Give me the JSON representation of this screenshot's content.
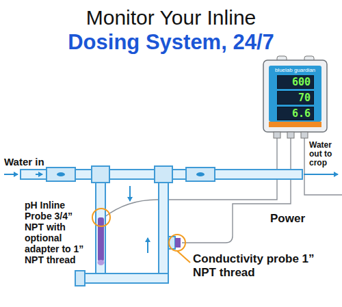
{
  "diagram": {
    "title": "Monitor Your Inline",
    "nodes": [
      {
        "text": [
          "bluelab guardian"
        ]
      },
      {
        "text": [
          "600"
        ],
        "in": 0
      },
      {
        "text": [
          "70"
        ],
        "in": 0
      },
      {
        "text": [
          "6.6"
        ],
        "in": 0
      }
    ],
    "labels": [
      "Dosing System, 24/7",
      "Water in",
      "Water out to crop",
      "pH Inline Probe 3/4” NPT with optional adapter to 1” NPT thread",
      "Power",
      "Conductivity probe 1” NPT thread"
    ]
  }
}
